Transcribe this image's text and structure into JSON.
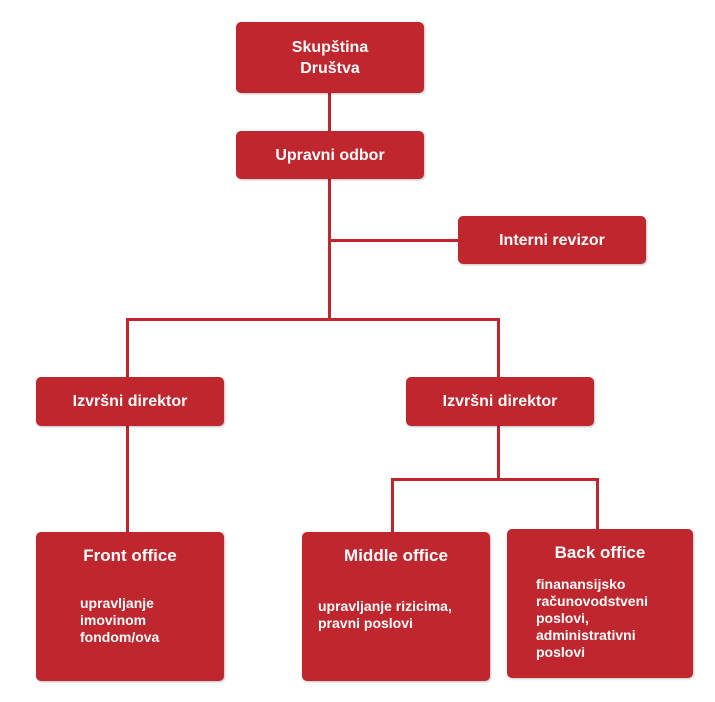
{
  "org": {
    "assembly": "Skupština\nDruštva",
    "board": "Upravni odbor",
    "auditor": "Interni revizor",
    "exec_left": "Izvršni direktor",
    "exec_right": "Izvršni direktor",
    "front": {
      "title": "Front office",
      "text": "upravljanje\nimovinom\nfondom/ova"
    },
    "middle": {
      "title": "Middle office",
      "text": "upravljanje rizicima,\npravni poslovi"
    },
    "back": {
      "title": "Back office",
      "text": "finanansijsko\nračunovodstveni\nposlovi,\nadministrativni\nposlovi"
    }
  },
  "colors": {
    "box": "#c0262d",
    "line": "#c0262d",
    "text": "#ffffff"
  }
}
